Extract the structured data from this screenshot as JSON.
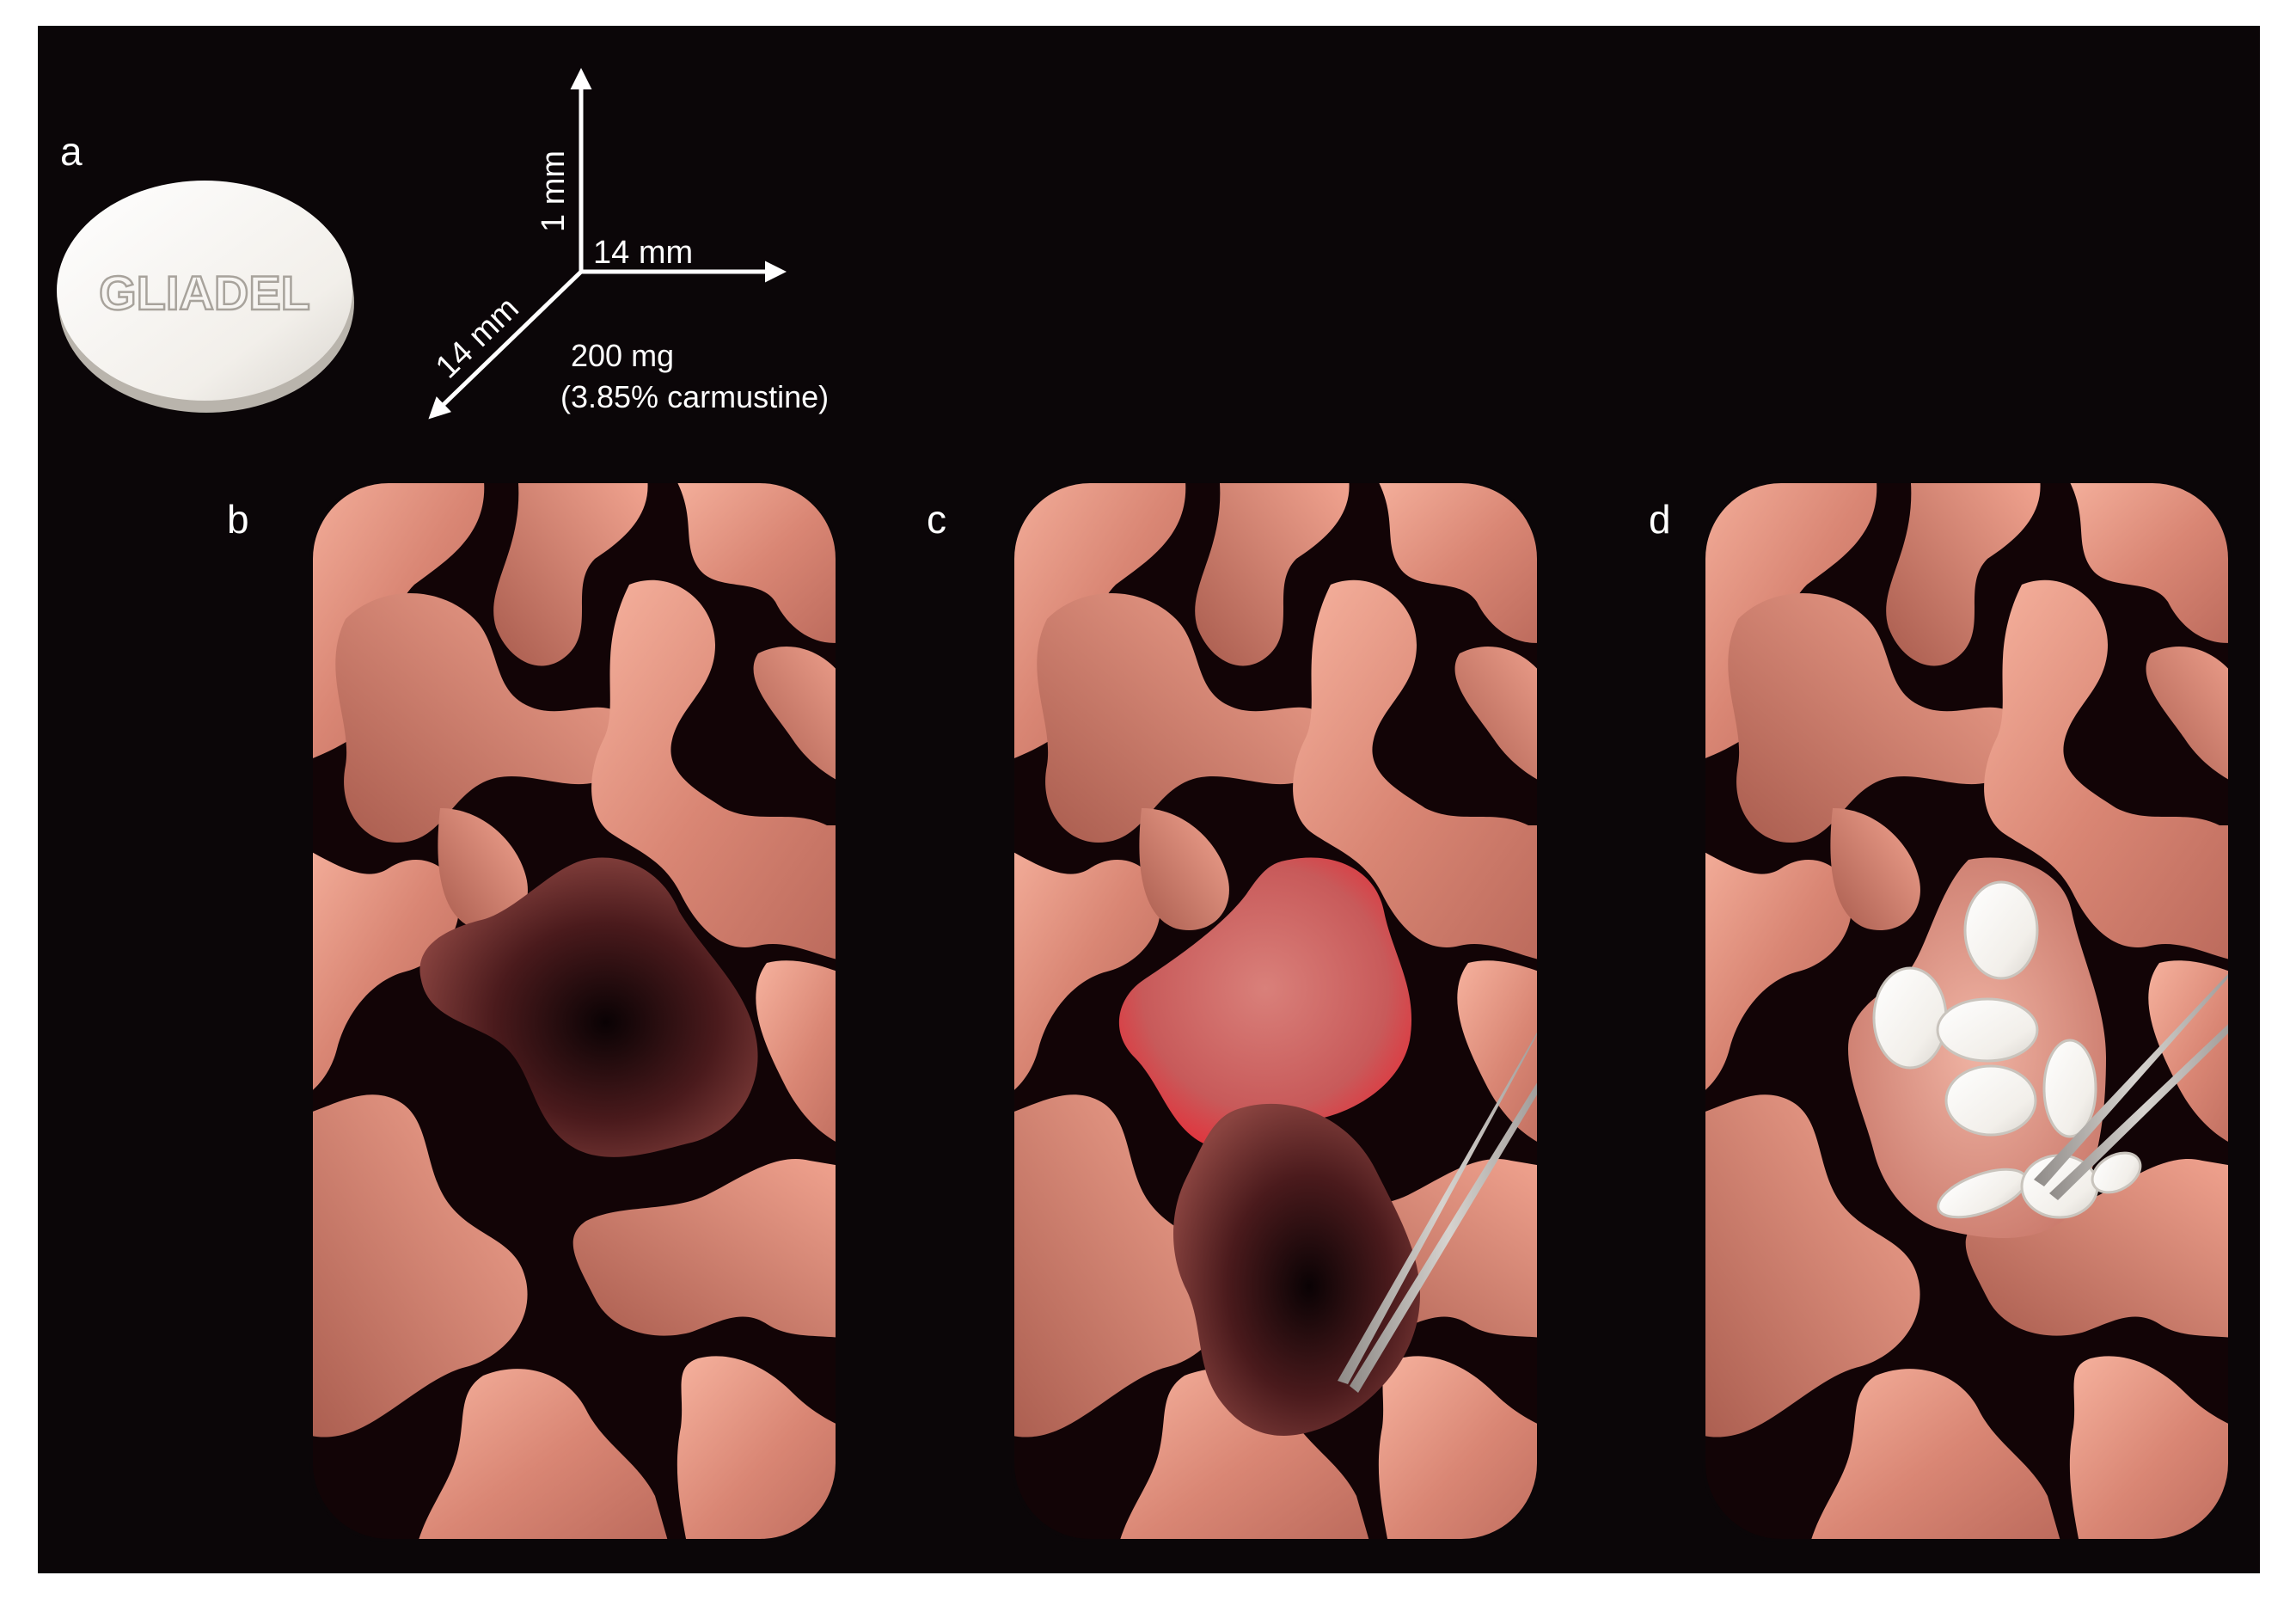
{
  "colors": {
    "background": "#0b0608",
    "page": "#ffffff",
    "text": "#ffffff",
    "tissue_light": "#f2a894",
    "tissue_mid": "#d88472",
    "tissue_dark": "#a85a4c",
    "cavity_dark": "#1a0608",
    "cavity_rim": "#e0343c",
    "wafer": "#f4f2ee",
    "instrument": "#b8b4b0"
  },
  "panel_a": {
    "label": "a",
    "wafer_text": "GLIADEL",
    "dim_height": "1 mm",
    "dim_width": "14 mm",
    "dim_depth": "14 mm",
    "mass": "200 mg",
    "composition": "(3.85% carmustine)"
  },
  "panel_b": {
    "label": "b"
  },
  "panel_c": {
    "label": "c"
  },
  "panel_d": {
    "label": "d"
  },
  "icons": {
    "wafer": "wafer-disc-icon",
    "axes": "dimension-axes-icon",
    "brain": "brain-surface-icon",
    "forceps": "forceps-icon"
  }
}
